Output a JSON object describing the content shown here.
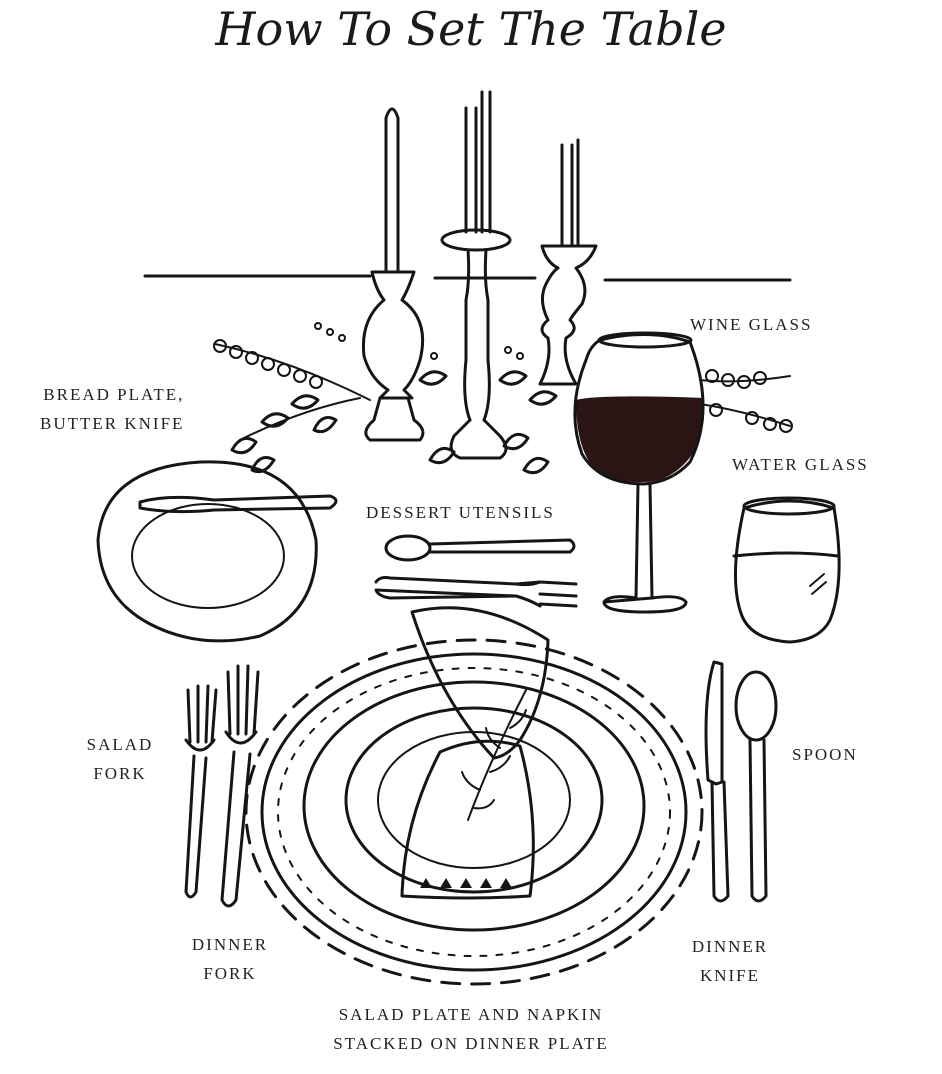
{
  "title": "How To Set The Table",
  "labels": {
    "bread_plate": [
      "BREAD PLATE,",
      "BUTTER KNIFE"
    ],
    "dessert_utensils": "DESSERT UTENSILS",
    "wine_glass": "WINE GLASS",
    "water_glass": "WATER GLASS",
    "salad_fork": [
      "SALAD",
      "FORK"
    ],
    "spoon": "SPOON",
    "dinner_fork": [
      "DINNER",
      "FORK"
    ],
    "dinner_knife": [
      "DINNER",
      "KNIFE"
    ],
    "plates": [
      "SALAD PLATE AND NAPKIN",
      "STACKED ON DINNER PLATE"
    ]
  },
  "colors": {
    "ink": "#151515",
    "wine": "#2a1414",
    "background": "#ffffff"
  }
}
